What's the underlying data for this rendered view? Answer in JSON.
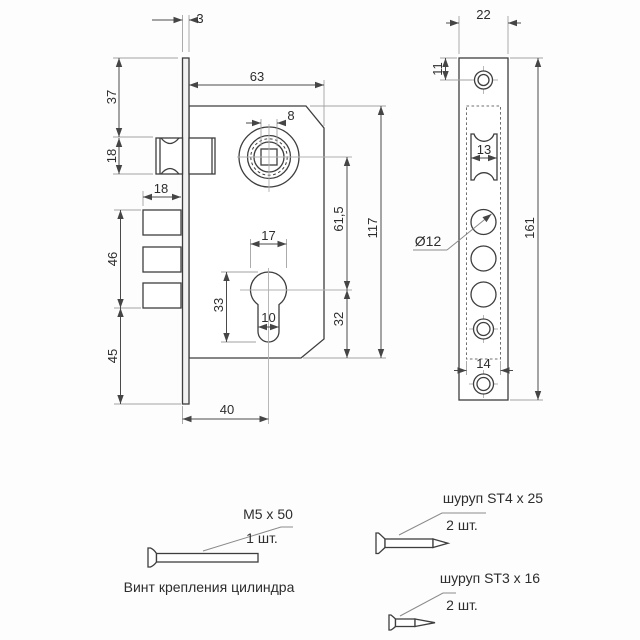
{
  "side_view": {
    "dims": {
      "plate_thickness": "3",
      "plate_top_to_latch": "37",
      "latch_height": "18",
      "bolt_depth": "18",
      "bolts_span": "46",
      "bolts_to_plate_bottom": "45",
      "body_width": "63",
      "spindle_square": "8",
      "cylinder_dia": "17",
      "cylinder_total": "33",
      "keyway_width": "10",
      "follower_to_cylinder": "61,5",
      "body_height": "117",
      "cylinder_to_bottom": "32",
      "backset": "40"
    }
  },
  "front_view": {
    "dims": {
      "plate_width": "22",
      "top_hole_offset": "11",
      "latch_width": "13",
      "bolt_hole_dia": "Ø12",
      "cutout_width": "14",
      "plate_height": "161"
    }
  },
  "hardware": {
    "cylinder_screw": {
      "spec": "M5 x 50",
      "qty": "1 шт.",
      "caption": "Винт крепления цилиндра"
    },
    "screw_st4": {
      "spec": "шуруп ST4 x 25",
      "qty": "2 шт."
    },
    "screw_st3": {
      "spec": "шуруп ST3 x 16",
      "qty": "2 шт."
    }
  }
}
